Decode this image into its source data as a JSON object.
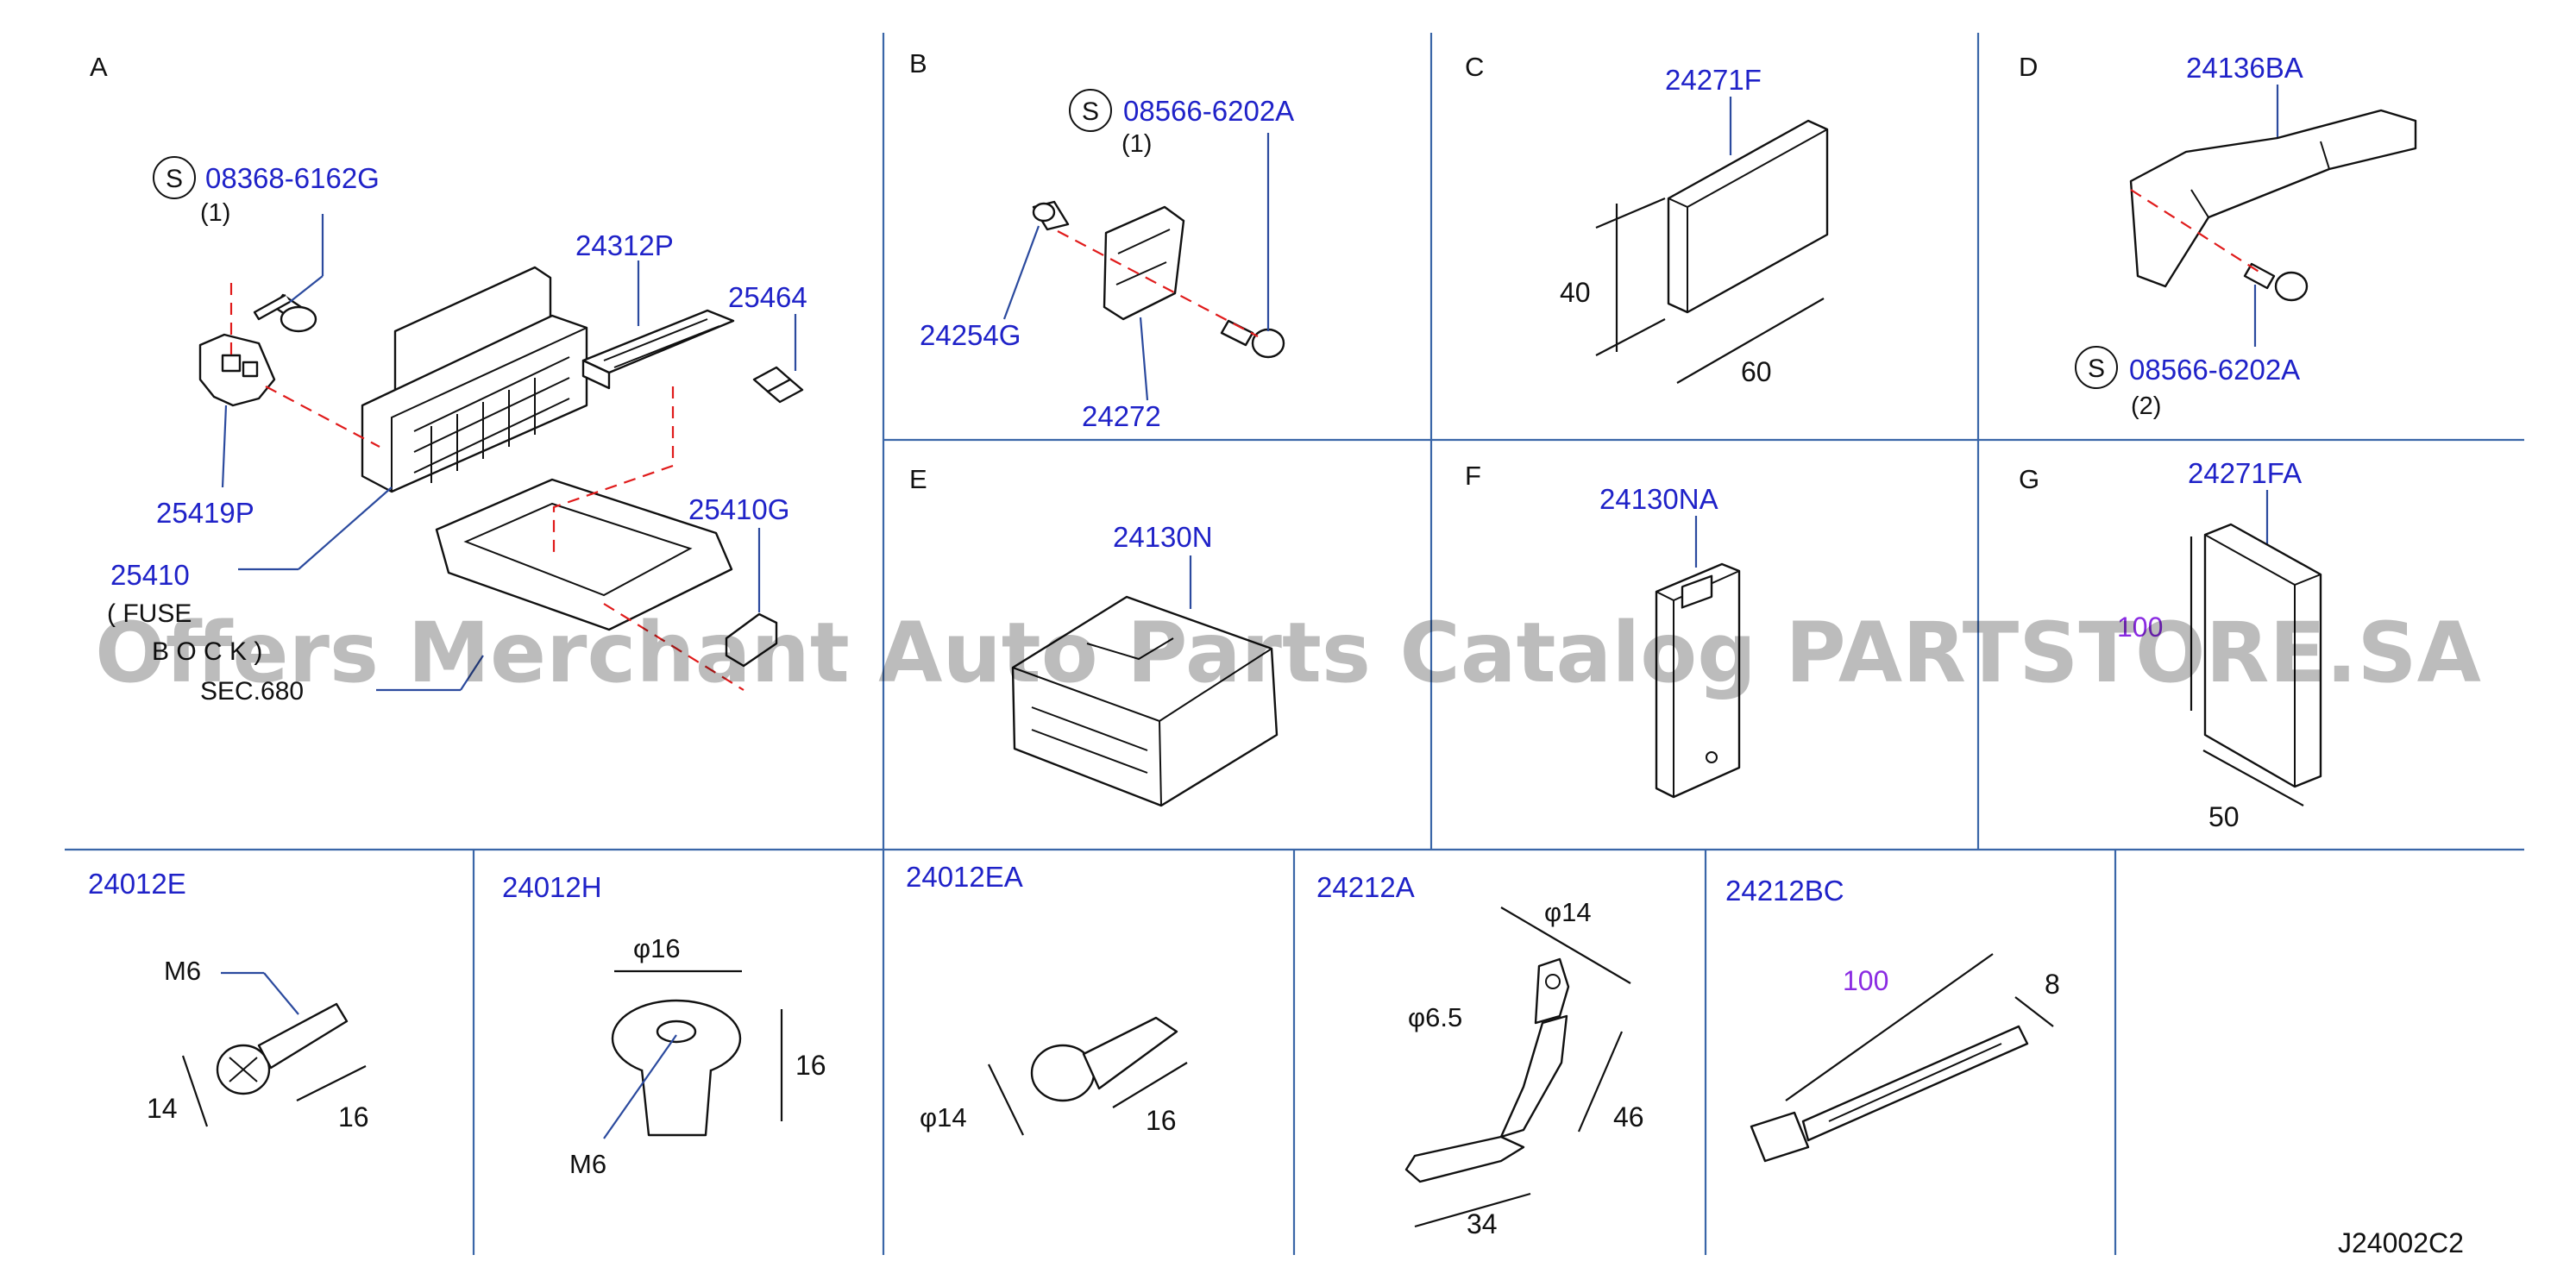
{
  "sections": {
    "A": {
      "letter": "A",
      "screw_code": "08368-6162G",
      "screw_qty": "(1)",
      "screw_symbol": "S",
      "p1": "24312P",
      "p2": "25464",
      "p3": "25419P",
      "p4": "25410",
      "p5": "25410G",
      "note1": "( FUSE",
      "note2": "B O C K )",
      "note3": "SEC.680"
    },
    "B": {
      "letter": "B",
      "screw_code": "08566-6202A",
      "screw_qty": "(1)",
      "screw_symbol": "S",
      "p1": "24254G",
      "p2": "24272"
    },
    "C": {
      "letter": "C",
      "p1": "24271F",
      "d1": "40",
      "d2": "60"
    },
    "D": {
      "letter": "D",
      "p1": "24136BA",
      "screw_code": "08566-6202A",
      "screw_qty": "(2)",
      "screw_symbol": "S"
    },
    "E": {
      "letter": "E",
      "p1": "24130N"
    },
    "F": {
      "letter": "F",
      "p1": "24130NA"
    },
    "G": {
      "letter": "G",
      "p1": "24271FA",
      "d1": "100",
      "d2": "50"
    },
    "b1": {
      "p1": "24012E",
      "m": "M6",
      "d1": "14",
      "d2": "16"
    },
    "b2": {
      "p1": "24012H",
      "phi": "φ16",
      "d1": "16",
      "m": "M6"
    },
    "b3": {
      "p1": "24012EA",
      "phi": "φ14",
      "d1": "16"
    },
    "b4": {
      "p1": "24212A",
      "phi1": "φ14",
      "phi2": "φ6.5",
      "d1": "46",
      "d2": "34"
    },
    "b5": {
      "p1": "24212BC",
      "d1": "100",
      "d2": "8"
    }
  },
  "footer": {
    "code": "J24002C2"
  },
  "watermark": "Offers Merchant Auto Parts Catalog PARTSTORE.SA"
}
